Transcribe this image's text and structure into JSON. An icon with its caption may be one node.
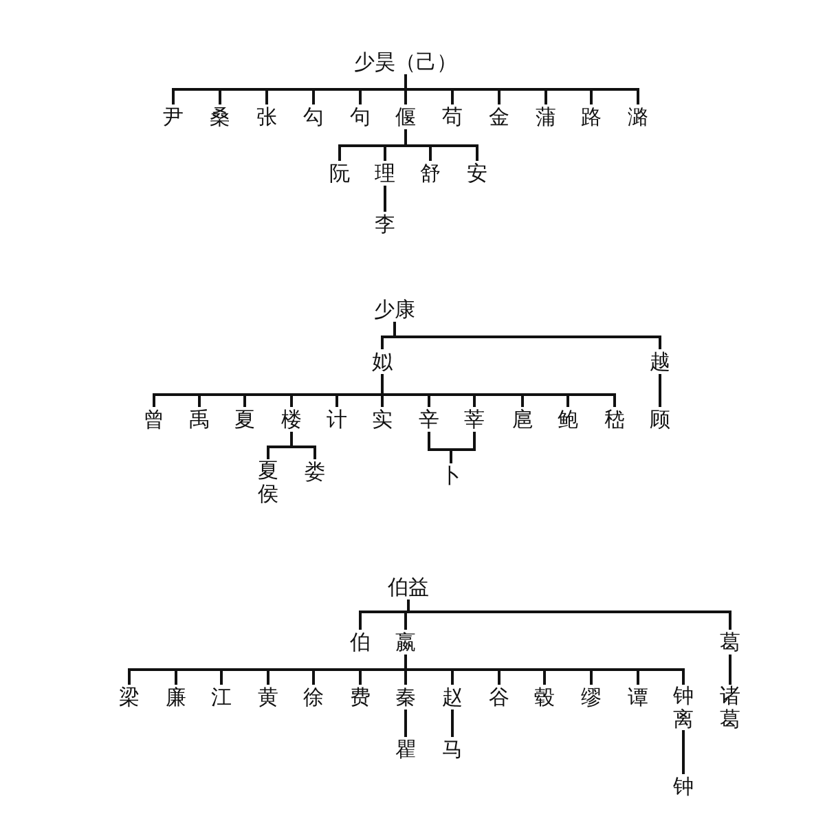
{
  "diagram": {
    "nodes": [
      {
        "text": [
          "少昊（己）"
        ]
      },
      {
        "text": [
          "尹"
        ]
      },
      {
        "text": [
          "桑"
        ]
      },
      {
        "text": [
          "张"
        ]
      },
      {
        "text": [
          "勾"
        ]
      },
      {
        "text": [
          "句"
        ]
      },
      {
        "text": [
          "偃"
        ]
      },
      {
        "text": [
          "苟"
        ]
      },
      {
        "text": [
          "金"
        ]
      },
      {
        "text": [
          "蒲"
        ]
      },
      {
        "text": [
          "路"
        ]
      },
      {
        "text": [
          "潞"
        ]
      },
      {
        "text": [
          "阮"
        ]
      },
      {
        "text": [
          "理"
        ]
      },
      {
        "text": [
          "舒"
        ]
      },
      {
        "text": [
          "安"
        ]
      },
      {
        "text": [
          "李"
        ]
      },
      {
        "text": [
          "少康"
        ]
      },
      {
        "text": [
          "姒"
        ]
      },
      {
        "text": [
          "越"
        ]
      },
      {
        "text": [
          "曾"
        ]
      },
      {
        "text": [
          "禹"
        ]
      },
      {
        "text": [
          "夏"
        ]
      },
      {
        "text": [
          "楼"
        ]
      },
      {
        "text": [
          "计"
        ]
      },
      {
        "text": [
          "实"
        ]
      },
      {
        "text": [
          "辛"
        ]
      },
      {
        "text": [
          "莘"
        ]
      },
      {
        "text": [
          "扈"
        ]
      },
      {
        "text": [
          "鲍"
        ]
      },
      {
        "text": [
          "嵇"
        ]
      },
      {
        "text": [
          "顾"
        ]
      },
      {
        "text": [
          "夏侯"
        ]
      },
      {
        "text": [
          "娄"
        ]
      },
      {
        "text": [
          "卜"
        ]
      },
      {
        "text": [
          "伯益"
        ]
      },
      {
        "text": [
          "伯"
        ]
      },
      {
        "text": [
          "嬴"
        ]
      },
      {
        "text": [
          "葛"
        ]
      },
      {
        "text": [
          "梁"
        ]
      },
      {
        "text": [
          "廉"
        ]
      },
      {
        "text": [
          "江"
        ]
      },
      {
        "text": [
          "黄"
        ]
      },
      {
        "text": [
          "徐"
        ]
      },
      {
        "text": [
          "费"
        ]
      },
      {
        "text": [
          "秦"
        ]
      },
      {
        "text": [
          "赵"
        ]
      },
      {
        "text": [
          "谷"
        ]
      },
      {
        "text": [
          "毂"
        ]
      },
      {
        "text": [
          "缪"
        ]
      },
      {
        "text": [
          "谭"
        ]
      },
      {
        "text": [
          "钟离"
        ]
      },
      {
        "text": [
          "诸葛"
        ]
      },
      {
        "text": [
          "瞿"
        ]
      },
      {
        "text": [
          "马"
        ]
      },
      {
        "text": [
          "钟"
        ]
      }
    ],
    "edges": [
      {
        "from": 0,
        "to": 1,
        "arrow": "none"
      },
      {
        "from": 0,
        "to": 2,
        "arrow": "none"
      },
      {
        "from": 0,
        "to": 3,
        "arrow": "none"
      },
      {
        "from": 0,
        "to": 4,
        "arrow": "none"
      },
      {
        "from": 0,
        "to": 5,
        "arrow": "none"
      },
      {
        "from": 0,
        "to": 6,
        "arrow": "none"
      },
      {
        "from": 0,
        "to": 7,
        "arrow": "none"
      },
      {
        "from": 0,
        "to": 8,
        "arrow": "none"
      },
      {
        "from": 0,
        "to": 9,
        "arrow": "none"
      },
      {
        "from": 0,
        "to": 10,
        "arrow": "none"
      },
      {
        "from": 0,
        "to": 11,
        "arrow": "none"
      },
      {
        "from": 6,
        "to": 12,
        "arrow": "none"
      },
      {
        "from": 6,
        "to": 13,
        "arrow": "none"
      },
      {
        "from": 6,
        "to": 14,
        "arrow": "none"
      },
      {
        "from": 6,
        "to": 15,
        "arrow": "none"
      },
      {
        "from": 13,
        "to": 16,
        "arrow": "none"
      },
      {
        "from": 17,
        "to": 18,
        "arrow": "none"
      },
      {
        "from": 17,
        "to": 19,
        "arrow": "none"
      },
      {
        "from": 18,
        "to": 20,
        "arrow": "none"
      },
      {
        "from": 18,
        "to": 21,
        "arrow": "none"
      },
      {
        "from": 18,
        "to": 22,
        "arrow": "none"
      },
      {
        "from": 18,
        "to": 23,
        "arrow": "none"
      },
      {
        "from": 18,
        "to": 24,
        "arrow": "none"
      },
      {
        "from": 18,
        "to": 25,
        "arrow": "none"
      },
      {
        "from": 18,
        "to": 26,
        "arrow": "none"
      },
      {
        "from": 18,
        "to": 27,
        "arrow": "none"
      },
      {
        "from": 18,
        "to": 28,
        "arrow": "none"
      },
      {
        "from": 18,
        "to": 29,
        "arrow": "none"
      },
      {
        "from": 18,
        "to": 30,
        "arrow": "none"
      },
      {
        "from": 19,
        "to": 31,
        "arrow": "none"
      },
      {
        "from": 23,
        "to": 32,
        "arrow": "none"
      },
      {
        "from": 23,
        "to": 33,
        "arrow": "none"
      },
      {
        "from": 26,
        "to": 34,
        "arrow": "none"
      },
      {
        "from": 27,
        "to": 34,
        "arrow": "none"
      },
      {
        "from": 35,
        "to": 36,
        "arrow": "none"
      },
      {
        "from": 35,
        "to": 37,
        "arrow": "none"
      },
      {
        "from": 35,
        "to": 38,
        "arrow": "none"
      },
      {
        "from": 37,
        "to": 39,
        "arrow": "none"
      },
      {
        "from": 37,
        "to": 40,
        "arrow": "none"
      },
      {
        "from": 37,
        "to": 41,
        "arrow": "none"
      },
      {
        "from": 37,
        "to": 42,
        "arrow": "none"
      },
      {
        "from": 37,
        "to": 43,
        "arrow": "none"
      },
      {
        "from": 37,
        "to": 44,
        "arrow": "none"
      },
      {
        "from": 37,
        "to": 45,
        "arrow": "none"
      },
      {
        "from": 37,
        "to": 46,
        "arrow": "none"
      },
      {
        "from": 37,
        "to": 47,
        "arrow": "none"
      },
      {
        "from": 37,
        "to": 48,
        "arrow": "none"
      },
      {
        "from": 37,
        "to": 49,
        "arrow": "none"
      },
      {
        "from": 37,
        "to": 50,
        "arrow": "none"
      },
      {
        "from": 37,
        "to": 51,
        "arrow": "none"
      },
      {
        "from": 38,
        "to": 52,
        "arrow": "none"
      },
      {
        "from": 45,
        "to": 53,
        "arrow": "none"
      },
      {
        "from": 46,
        "to": 54,
        "arrow": "none"
      },
      {
        "from": 51,
        "to": 55,
        "arrow": "none"
      }
    ]
  }
}
